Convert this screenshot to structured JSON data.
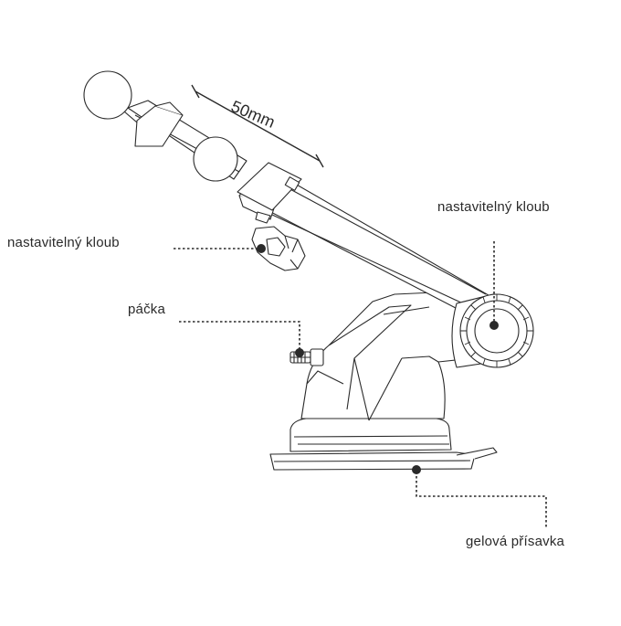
{
  "labels": {
    "right_joint": "nastavitelný kloub",
    "left_joint": "nastavitelný kloub",
    "lever": "páčka",
    "suction_cup": "gelová přísavka"
  },
  "dimension": {
    "text": "50mm"
  },
  "colors": {
    "line": "#2a2a2a",
    "fill": "#ffffff",
    "text": "#2a2a2a"
  }
}
